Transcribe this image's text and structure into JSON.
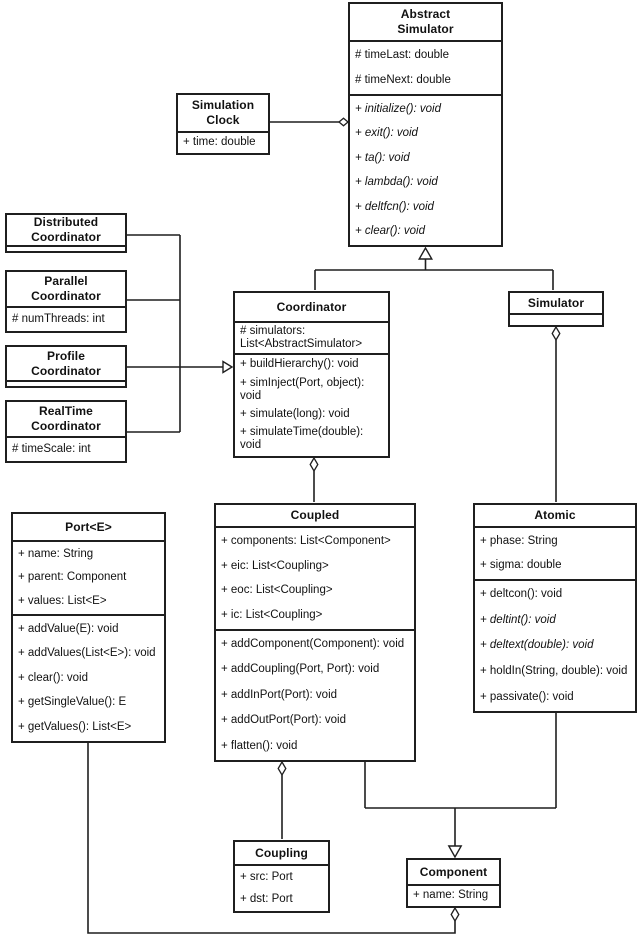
{
  "classes": {
    "abstract_simulator": {
      "title": "Abstract\nSimulator",
      "attributes": [
        "# timeLast: double",
        "# timeNext: double"
      ],
      "methods": [
        "+ initialize(): void",
        "+ exit(): void",
        "+ ta(): void",
        "+ lambda(): void",
        "+ deltfcn(): void",
        "+ clear(): void"
      ]
    },
    "simulation_clock": {
      "title": "Simulation\nClock",
      "attributes": [
        "+ time: double"
      ]
    },
    "distributed_coordinator": {
      "title": "Distributed\nCoordinator"
    },
    "parallel_coordinator": {
      "title": "Parallel\nCoordinator",
      "attributes": [
        "# numThreads: int"
      ]
    },
    "profile_coordinator": {
      "title": "Profile\nCoordinator"
    },
    "realtime_coordinator": {
      "title": "RealTime\nCoordinator",
      "attributes": [
        "# timeScale: int"
      ]
    },
    "coordinator": {
      "title": "Coordinator",
      "attributes": [
        "# simulators:\nList<AbstractSimulator>"
      ],
      "methods": [
        "+ buildHierarchy(): void",
        "+ simInject(Port, object): void",
        "+ simulate(long): void",
        "+ simulateTime(double): void"
      ]
    },
    "simulator": {
      "title": "Simulator"
    },
    "port": {
      "title": "Port<E>",
      "attributes": [
        "+ name: String",
        "+ parent: Component",
        "+ values: List<E>"
      ],
      "methods": [
        "+ addValue(E): void",
        "+ addValues(List<E>): void",
        "+ clear(): void",
        "+ getSingleValue(): E",
        "+ getValues(): List<E>"
      ]
    },
    "coupled": {
      "title": "Coupled",
      "attributes": [
        "+ components: List<Component>",
        "+ eic: List<Coupling>",
        "+ eoc: List<Coupling>",
        "+ ic: List<Coupling>"
      ],
      "methods": [
        "+ addComponent(Component): void",
        "+ addCoupling(Port, Port): void",
        "+ addInPort(Port): void",
        "+ addOutPort(Port): void",
        "+ flatten(): void"
      ]
    },
    "atomic": {
      "title": "Atomic",
      "attributes": [
        "+ phase: String",
        "+ sigma: double"
      ],
      "methods": [
        "+ deltcon(): void",
        "+ deltint(): void",
        "+ deltext(double): void",
        "+ holdIn(String, double): void",
        "+ passivate(): void"
      ]
    },
    "coupling": {
      "title": "Coupling",
      "attributes": [
        "+ src: Port",
        "+ dst: Port"
      ]
    },
    "component": {
      "title": "Component",
      "attributes": [
        "+ name: String"
      ]
    }
  },
  "relationships": [
    {
      "type": "aggregation",
      "from": "SimulationClock",
      "to": "AbstractSimulator"
    },
    {
      "type": "generalization",
      "from": "Coordinator",
      "to": "AbstractSimulator"
    },
    {
      "type": "generalization",
      "from": "Simulator",
      "to": "AbstractSimulator"
    },
    {
      "type": "generalization",
      "from": "DistributedCoordinator",
      "to": "Coordinator"
    },
    {
      "type": "generalization",
      "from": "ParallelCoordinator",
      "to": "Coordinator"
    },
    {
      "type": "generalization",
      "from": "ProfileCoordinator",
      "to": "Coordinator"
    },
    {
      "type": "generalization",
      "from": "RealTimeCoordinator",
      "to": "Coordinator"
    },
    {
      "type": "aggregation",
      "from": "Coupled",
      "to": "Coordinator"
    },
    {
      "type": "aggregation",
      "from": "Atomic",
      "to": "Simulator"
    },
    {
      "type": "aggregation",
      "from": "Coupling",
      "to": "Coupled"
    },
    {
      "type": "generalization",
      "from": "Coupled",
      "to": "Component"
    },
    {
      "type": "generalization",
      "from": "Atomic",
      "to": "Component"
    },
    {
      "type": "aggregation",
      "from": "Port",
      "to": "Component"
    }
  ],
  "colors": {
    "line": "#1f1f1f",
    "text": "#111111",
    "background": "#ffffff"
  }
}
